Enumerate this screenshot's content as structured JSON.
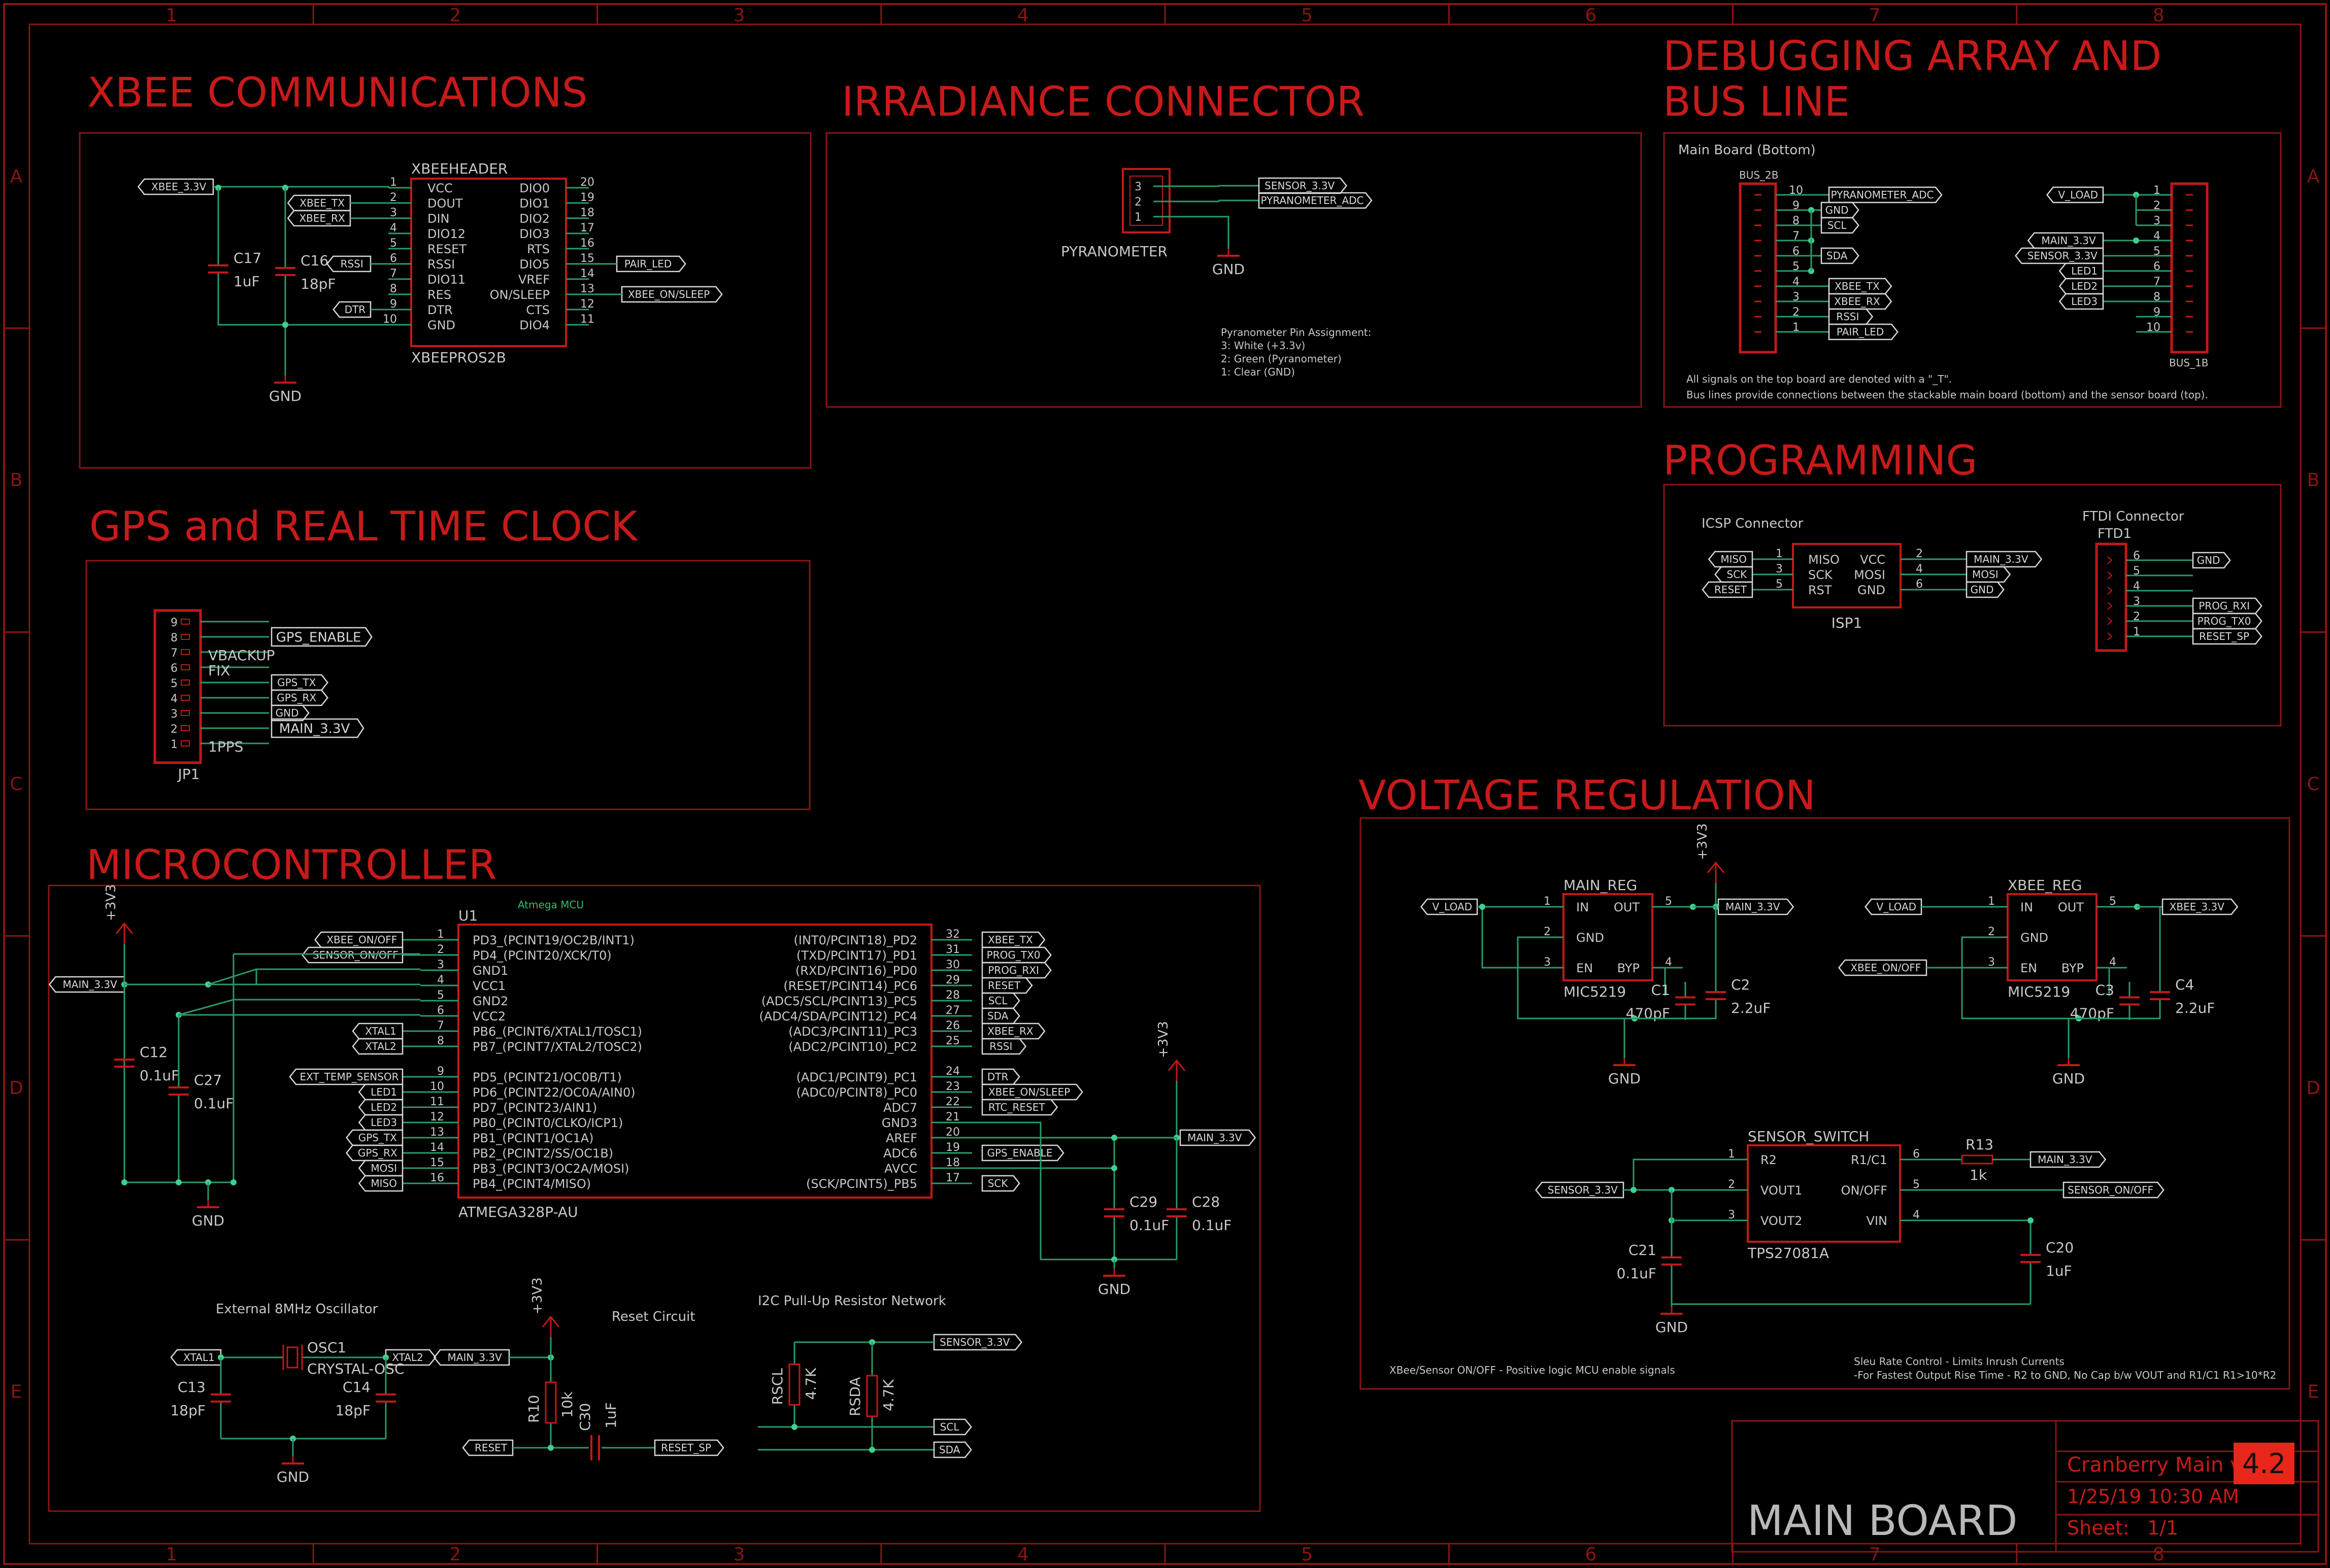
{
  "frame": {
    "columns": [
      "1",
      "2",
      "3",
      "4",
      "5",
      "6",
      "7",
      "8"
    ],
    "rows": [
      "A",
      "B",
      "C",
      "D",
      "E"
    ]
  },
  "colors": {
    "background": "#000000",
    "frame": "#8a1414",
    "heading": "#c81a1a",
    "symbol": "#c41818",
    "wire": "#2a9a6a",
    "junction": "#3fcf8f",
    "text": "#c8c8c8",
    "title_highlight": "#e8261a"
  },
  "sections": {
    "xbee": "XBEE COMMUNICATIONS",
    "irradiance": "IRRADIANCE CONNECTOR",
    "debug_line1": "DEBUGGING ARRAY AND",
    "debug_line2": "BUS LINE",
    "gps": "GPS and REAL TIME CLOCK",
    "programming": "PROGRAMMING",
    "mcu": "MICROCONTROLLER",
    "voltage": "VOLTAGE REGULATION"
  },
  "xbee": {
    "header_name": "XBEEHEADER",
    "part_value": "XBEEPROS2B",
    "left_pins": [
      {
        "num": "1",
        "label": "VCC"
      },
      {
        "num": "2",
        "label": "DOUT"
      },
      {
        "num": "3",
        "label": "DIN"
      },
      {
        "num": "4",
        "label": "DIO12"
      },
      {
        "num": "5",
        "label": "RESET"
      },
      {
        "num": "6",
        "label": "RSSI"
      },
      {
        "num": "7",
        "label": "DIO11"
      },
      {
        "num": "8",
        "label": "RES"
      },
      {
        "num": "9",
        "label": "DTR"
      },
      {
        "num": "10",
        "label": "GND"
      }
    ],
    "right_pins": [
      {
        "num": "20",
        "label": "DIO0"
      },
      {
        "num": "19",
        "label": "DIO1"
      },
      {
        "num": "18",
        "label": "DIO2"
      },
      {
        "num": "17",
        "label": "DIO3"
      },
      {
        "num": "16",
        "label": "RTS"
      },
      {
        "num": "15",
        "label": "DIO5"
      },
      {
        "num": "14",
        "label": "VREF"
      },
      {
        "num": "13",
        "label": "ON/SLEEP"
      },
      {
        "num": "12",
        "label": "CTS"
      },
      {
        "num": "11",
        "label": "DIO4"
      }
    ],
    "net_supply": "XBEE_3.3V",
    "net_tx": "XBEE_TX",
    "net_rx": "XBEE_RX",
    "net_rssi": "RSSI",
    "net_dtr": "DTR",
    "net_pair": "PAIR_LED",
    "net_onsleep": "XBEE_ON/SLEEP",
    "c17_name": "C17",
    "c17_value": "1uF",
    "c16_name": "C16",
    "c16_value": "18pF",
    "gnd": "GND"
  },
  "irradiance": {
    "pins": [
      "3",
      "2",
      "1"
    ],
    "net_sensor": "SENSOR_3.3V",
    "net_adc": "PYRANOMETER_ADC",
    "name": "PYRANOMETER",
    "gnd": "GND",
    "note": [
      "Pyranometer Pin Assignment:",
      "3: White (+3.3v)",
      "2: Green (Pyranometer)",
      "1: Clear (GND)"
    ]
  },
  "debug": {
    "board_label": "Main Board (Bottom)",
    "bus2b": "BUS_2B",
    "bus1b": "BUS_1B",
    "left_pins": [
      "10",
      "9",
      "8",
      "7",
      "6",
      "5",
      "4",
      "3",
      "2",
      "1"
    ],
    "left_nets": [
      "PYRANOMETER_ADC",
      "GND",
      "SCL",
      "",
      "SDA",
      "",
      "XBEE_TX",
      "XBEE_RX",
      "RSSI",
      "PAIR_LED"
    ],
    "right_pins": [
      "1",
      "2",
      "3",
      "4",
      "5",
      "6",
      "7",
      "8",
      "9",
      "10"
    ],
    "right_nets": [
      "V_LOAD",
      "",
      "",
      "MAIN_3.3V",
      "SENSOR_3.3V",
      "LED1",
      "LED2",
      "LED3",
      "",
      ""
    ],
    "note1": "All signals on the top board are denoted with a \"_T\".",
    "note2": "Bus lines provide connections between the stackable main board (bottom) and the sensor board (top)."
  },
  "gps": {
    "pins": [
      "9",
      "8",
      "7",
      "6",
      "5",
      "4",
      "3",
      "2",
      "1"
    ],
    "pin_labels": [
      "",
      "",
      "VBACKUP",
      "FIX",
      "",
      "",
      "",
      "",
      "1PPS"
    ],
    "nets": [
      "",
      "GPS_ENABLE",
      "",
      "",
      "GPS_TX",
      "GPS_RX",
      "GND",
      "MAIN_3.3V",
      ""
    ],
    "name": "JP1"
  },
  "programming": {
    "icsp_title": "ICSP Connector",
    "ftdi_title": "FTDI Connector",
    "ftdi_name": "FTD1",
    "isp_name": "ISP1",
    "isp_left": [
      {
        "net": "MISO",
        "num": "1",
        "label": "MISO"
      },
      {
        "net": "SCK",
        "num": "3",
        "label": "SCK"
      },
      {
        "net": "RESET",
        "num": "5",
        "label": "RST"
      }
    ],
    "isp_right": [
      {
        "net": "MAIN_3.3V",
        "num": "2",
        "label": "VCC"
      },
      {
        "net": "MOSI",
        "num": "4",
        "label": "MOSI"
      },
      {
        "net": "GND",
        "num": "6",
        "label": "GND"
      }
    ],
    "ftdi_pins": [
      "6",
      "5",
      "4",
      "3",
      "2",
      "1"
    ],
    "ftdi_nets": [
      "GND",
      "",
      "",
      "PROG_RXI",
      "PROG_TX0",
      "RESET_SP"
    ]
  },
  "mcu": {
    "subtitle": "Atmega MCU",
    "name": "U1",
    "part": "ATMEGA328P-AU",
    "supply": "+3V3",
    "main": "MAIN_3.3V",
    "gnd": "GND",
    "c12_name": "C12",
    "c12_value": "0.1uF",
    "c27_name": "C27",
    "c27_value": "0.1uF",
    "c29_name": "C29",
    "c29_value": "0.1uF",
    "c28_name": "C28",
    "c28_value": "0.1uF",
    "left": [
      {
        "net": "XBEE_ON/OFF",
        "num": "1",
        "label": "PD3_(PCINT19/OC2B/INT1)"
      },
      {
        "net": "SENSOR_ON/OFF",
        "num": "2",
        "label": "PD4_(PCINT20/XCK/T0)"
      },
      {
        "net": "",
        "num": "3",
        "label": "GND1"
      },
      {
        "net": "",
        "num": "4",
        "label": "VCC1"
      },
      {
        "net": "",
        "num": "5",
        "label": "GND2"
      },
      {
        "net": "",
        "num": "6",
        "label": "VCC2"
      },
      {
        "net": "XTAL1",
        "num": "7",
        "label": "PB6_(PCINT6/XTAL1/TOSC1)"
      },
      {
        "net": "XTAL2",
        "num": "8",
        "label": "PB7_(PCINT7/XTAL2/TOSC2)"
      },
      {
        "net": "",
        "num": "",
        "label": ""
      },
      {
        "net": "EXT_TEMP_SENSOR",
        "num": "9",
        "label": "PD5_(PCINT21/OC0B/T1)"
      },
      {
        "net": "LED1",
        "num": "10",
        "label": "PD6_(PCINT22/OC0A/AIN0)"
      },
      {
        "net": "LED2",
        "num": "11",
        "label": "PD7_(PCINT23/AIN1)"
      },
      {
        "net": "LED3",
        "num": "12",
        "label": "PB0_(PCINT0/CLKO/ICP1)"
      },
      {
        "net": "GPS_TX",
        "num": "13",
        "label": "PB1_(PCINT1/OC1A)"
      },
      {
        "net": "GPS_RX",
        "num": "14",
        "label": "PB2_(PCINT2/SS/OC1B)"
      },
      {
        "net": "MOSI",
        "num": "15",
        "label": "PB3_(PCINT3/OC2A/MOSI)"
      },
      {
        "net": "MISO",
        "num": "16",
        "label": "PB4_(PCINT4/MISO)"
      }
    ],
    "right": [
      {
        "net": "XBEE_TX",
        "num": "32",
        "label": "(INT0/PCINT18)_PD2"
      },
      {
        "net": "PROG_TX0",
        "num": "31",
        "label": "(TXD/PCINT17)_PD1"
      },
      {
        "net": "PROG_RXI",
        "num": "30",
        "label": "(RXD/PCINT16)_PD0"
      },
      {
        "net": "RESET",
        "num": "29",
        "label": "(RESET/PCINT14)_PC6"
      },
      {
        "net": "SCL",
        "num": "28",
        "label": "(ADC5/SCL/PCINT13)_PC5"
      },
      {
        "net": "SDA",
        "num": "27",
        "label": "(ADC4/SDA/PCINT12)_PC4"
      },
      {
        "net": "XBEE_RX",
        "num": "26",
        "label": "(ADC3/PCINT11)_PC3"
      },
      {
        "net": "RSSI",
        "num": "25",
        "label": "(ADC2/PCINT10)_PC2"
      },
      {
        "net": "",
        "num": "",
        "label": ""
      },
      {
        "net": "DTR",
        "num": "24",
        "label": "(ADC1/PCINT9)_PC1"
      },
      {
        "net": "XBEE_ON/SLEEP",
        "num": "23",
        "label": "(ADC0/PCINT8)_PC0"
      },
      {
        "net": "RTC_RESET",
        "num": "22",
        "label": "ADC7"
      },
      {
        "net": "",
        "num": "21",
        "label": "GND3"
      },
      {
        "net": "",
        "num": "20",
        "label": "AREF"
      },
      {
        "net": "GPS_ENABLE",
        "num": "19",
        "label": "ADC6"
      },
      {
        "net": "",
        "num": "18",
        "label": "AVCC"
      },
      {
        "net": "SCK",
        "num": "17",
        "label": "(SCK/PCINT5)_PB5"
      }
    ]
  },
  "oscillator": {
    "title": "External 8MHz Oscillator",
    "name": "OSC1",
    "value": "CRYSTAL-OSC",
    "xtal1": "XTAL1",
    "xtal2": "XTAL2",
    "c13_name": "C13",
    "c13_value": "18pF",
    "c14_name": "C14",
    "c14_value": "18pF",
    "gnd": "GND"
  },
  "reset": {
    "title": "Reset Circuit",
    "supply": "+3V3",
    "main": "MAIN_3.3V",
    "r10_name": "R10",
    "r10_value": "10k",
    "c30_name": "C30",
    "c30_value": "1uF",
    "net_reset": "RESET",
    "net_reset_sp": "RESET_SP"
  },
  "i2c": {
    "title": "I2C Pull-Up Resistor Network",
    "sensor": "SENSOR_3.3V",
    "rscl_name": "RSCL",
    "rscl_value": "4.7K",
    "rsda_name": "RSDA",
    "rsda_value": "4.7K",
    "scl": "SCL",
    "sda": "SDA"
  },
  "voltage": {
    "supply": "+3V3",
    "main_reg": {
      "name": "MAIN_REG",
      "part": "MIC5219",
      "pins_left": [
        {
          "num": "1",
          "label": "IN"
        },
        {
          "num": "2",
          "label": "GND"
        },
        {
          "num": "3",
          "label": "EN"
        }
      ],
      "pins_right": [
        {
          "num": "5",
          "label": "OUT"
        },
        {
          "num": "4",
          "label": "BYP"
        }
      ],
      "net_in": "V_LOAD",
      "net_out": "MAIN_3.3V",
      "c1_name": "C1",
      "c1_value": "470pF",
      "c2_name": "C2",
      "c2_value": "2.2uF",
      "gnd": "GND"
    },
    "xbee_reg": {
      "name": "XBEE_REG",
      "part": "MIC5219",
      "pins_left": [
        {
          "num": "1",
          "label": "IN"
        },
        {
          "num": "2",
          "label": "GND"
        },
        {
          "num": "3",
          "label": "EN"
        }
      ],
      "pins_right": [
        {
          "num": "5",
          "label": "OUT"
        },
        {
          "num": "4",
          "label": "BYP"
        }
      ],
      "net_in": "V_LOAD",
      "net_out": "XBEE_3.3V",
      "net_en": "XBEE_ON/OFF",
      "c3_name": "C3",
      "c3_value": "470pF",
      "c4_name": "C4",
      "c4_value": "2.2uF",
      "gnd": "GND"
    },
    "switch": {
      "name": "SENSOR_SWITCH",
      "part": "TPS27081A",
      "pins_left": [
        {
          "num": "1",
          "label": "R2"
        },
        {
          "num": "2",
          "label": "VOUT1"
        },
        {
          "num": "3",
          "label": "VOUT2"
        }
      ],
      "pins_right": [
        {
          "num": "6",
          "label": "R1/C1"
        },
        {
          "num": "5",
          "label": "ON/OFF"
        },
        {
          "num": "4",
          "label": "VIN"
        }
      ],
      "net_sensor": "SENSOR_3.3V",
      "net_main": "MAIN_3.3V",
      "net_onoff": "SENSOR_ON/OFF",
      "r13_name": "R13",
      "r13_value": "1k",
      "c21_name": "C21",
      "c21_value": "0.1uF",
      "c20_name": "C20",
      "c20_value": "1uF",
      "gnd": "GND"
    },
    "note_left": "XBee/Sensor ON/OFF - Positive logic MCU enable signals",
    "note_right1": "Sleu Rate Control - Limits Inrush Currents",
    "note_right2": "-For Fastest Output Rise Time - R2 to GND, No Cap b/w VOUT and R1/C1 R1>10*R2"
  },
  "title_block": {
    "project": "Cranberry Main v",
    "version": "4.2",
    "date": "1/25/19 10:30 AM",
    "sheet_label": "Sheet:",
    "sheet_value": "1/1",
    "board": "MAIN BOARD"
  }
}
